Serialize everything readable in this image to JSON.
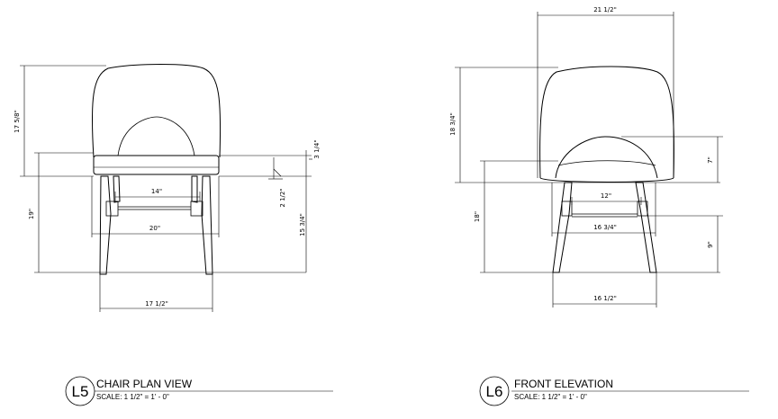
{
  "views": [
    {
      "tag": "L5",
      "title": "CHAIR PLAN VIEW",
      "scale": "SCALE: 1 1/2\" = 1' - 0\"",
      "dims": {
        "back_height": "17 5/8\"",
        "seat_height": "19\"",
        "seat_width": "14\"",
        "leg_span": "20\"",
        "base_width": "17 1/2\"",
        "cushion_thickness": "3 1/4\"",
        "rail_height": "2 1/2\"",
        "leg_height": "15 3/4\""
      }
    },
    {
      "tag": "L6",
      "title": "FRONT ELEVATION",
      "scale": "SCALE: 1 1/2\" = 1' - 0\"",
      "dims": {
        "overall_width": "21 1/2\"",
        "back_height": "18 3/4\"",
        "seat_height": "18\"",
        "seat_width": "12\"",
        "leg_span": "16 3/4\"",
        "base_width": "16 1/2\"",
        "back_cutout_height": "7\"",
        "rail_height": "9\""
      }
    }
  ]
}
